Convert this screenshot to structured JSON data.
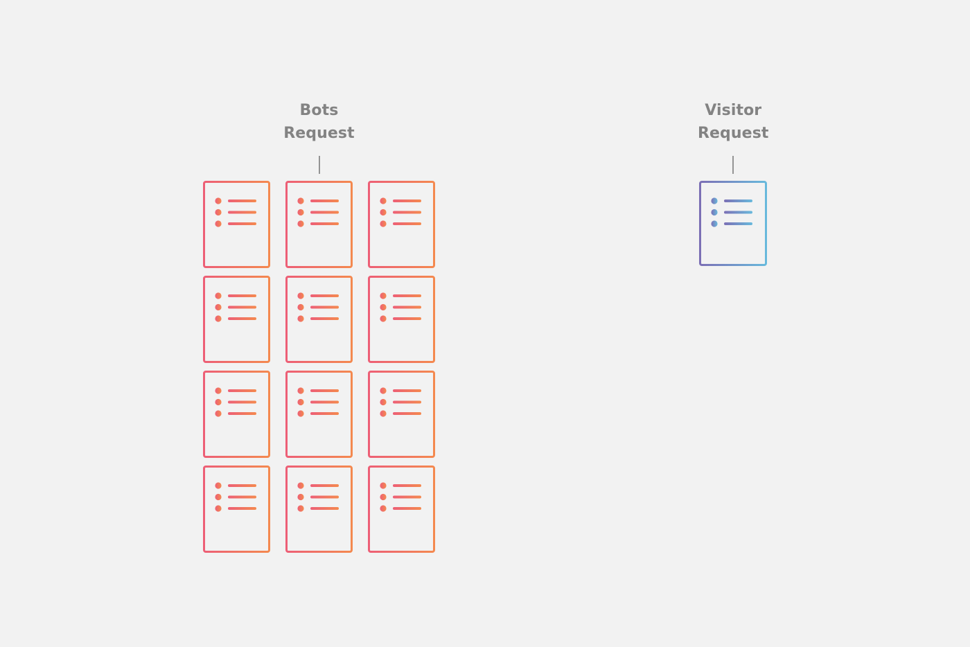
{
  "background_color": "#f2f2f2",
  "groups": [
    {
      "id": "bots",
      "label": "Bots\nRequest",
      "label_color": "#838383",
      "connector_color": "#949494",
      "card_count": 12,
      "card_rows": 4,
      "card_columns": 3,
      "card_style": {
        "name": "bots-document-card",
        "gradient_start": "#ed5f76",
        "gradient_end": "#f4894f",
        "border_width": 3,
        "bullets": 3,
        "lines": 3
      }
    },
    {
      "id": "visitor",
      "label": "Visitor\nRequest",
      "label_color": "#838383",
      "connector_color": "#949494",
      "card_count": 1,
      "card_rows": 1,
      "card_columns": 1,
      "card_style": {
        "name": "visitor-document-card",
        "gradient_start": "#7b6fb5",
        "gradient_end": "#68b9dc",
        "border_width": 3,
        "bullets": 3,
        "lines": 3
      }
    }
  ],
  "icons": {
    "document_card": "document-list-icon",
    "bullet": "bullet-dot-icon",
    "line": "text-line-icon",
    "connector": "vertical-connector-line"
  }
}
